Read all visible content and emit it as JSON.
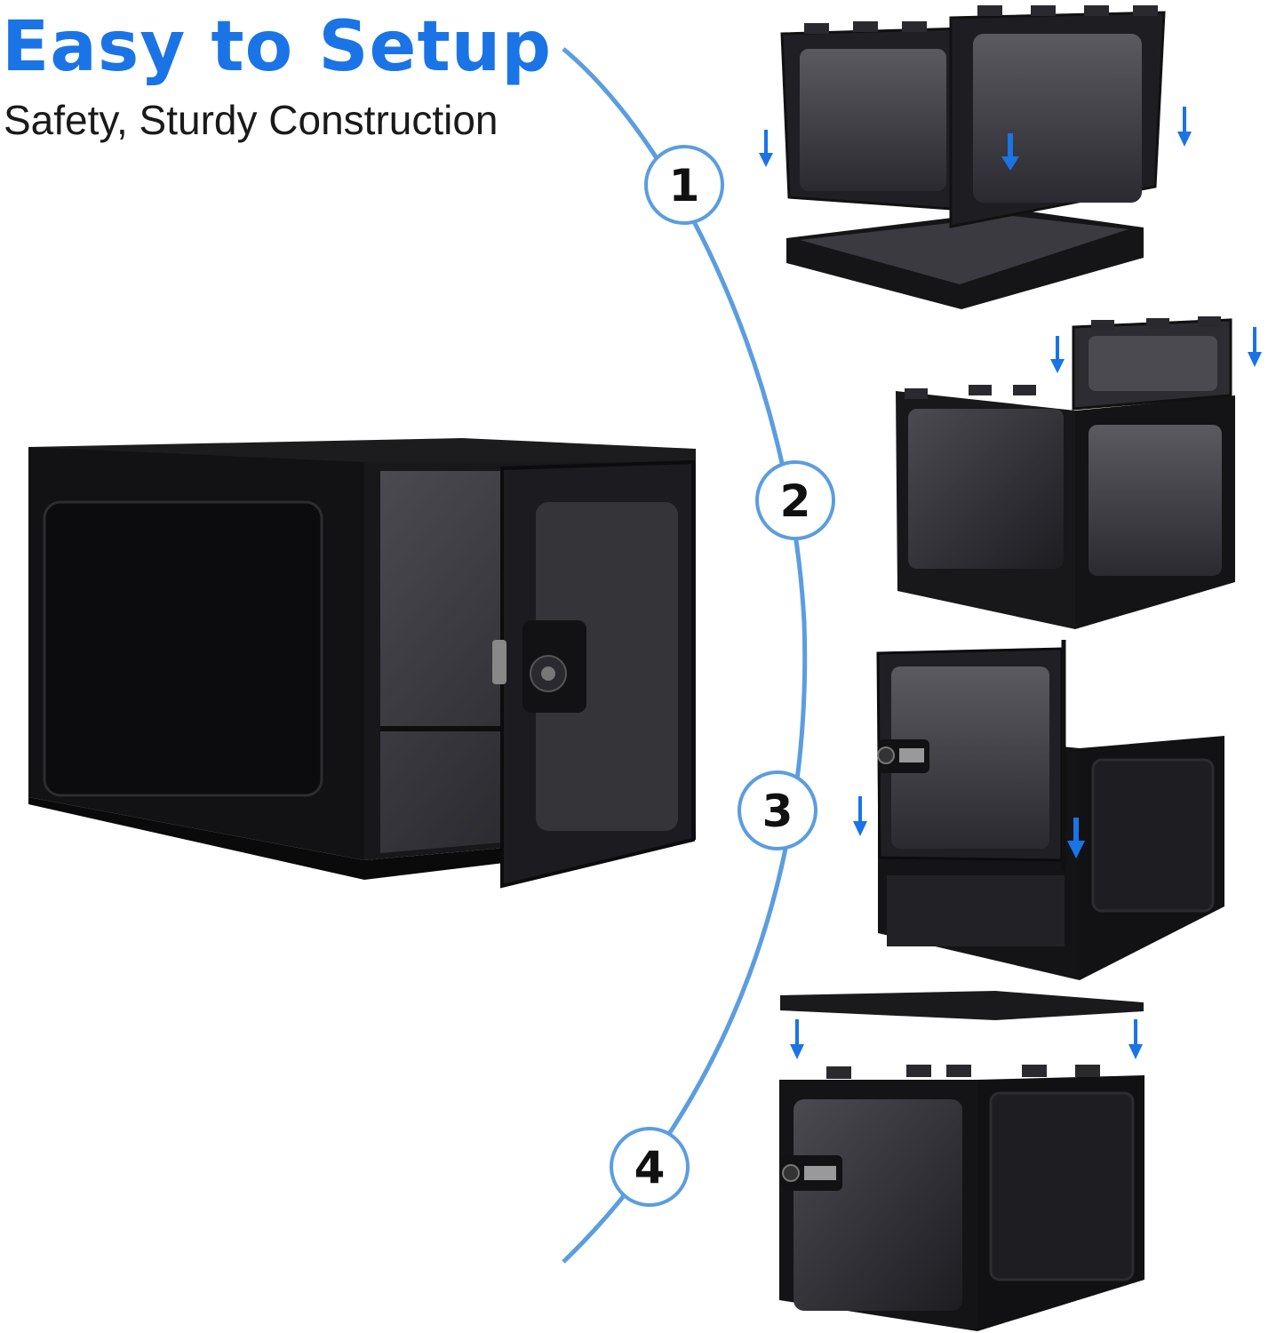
{
  "header": {
    "title": "Easy to Setup",
    "subtitle": "Safety, Sturdy Construction"
  },
  "steps": [
    "1",
    "2",
    "3",
    "4"
  ],
  "colors": {
    "accent": "#1a74e6",
    "curve": "#5b9de0",
    "text": "#1a1a1a",
    "product": "#141416"
  },
  "icons": {
    "arrow": "down-arrow-icon"
  }
}
